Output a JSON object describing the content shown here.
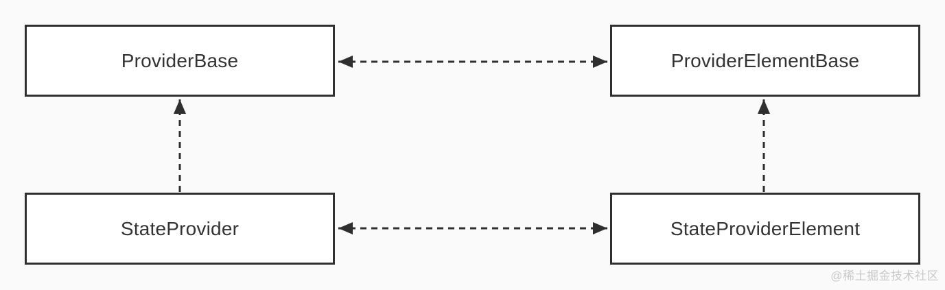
{
  "diagram": {
    "type": "class-relationship-diagram",
    "nodes": [
      {
        "id": "provider-base",
        "label": "ProviderBase"
      },
      {
        "id": "provider-element-base",
        "label": "ProviderElementBase"
      },
      {
        "id": "state-provider",
        "label": "StateProvider"
      },
      {
        "id": "state-provider-element",
        "label": "StateProviderElement"
      }
    ],
    "edges": [
      {
        "from": "ProviderBase",
        "to": "ProviderElementBase",
        "style": "dashed",
        "arrows": "both"
      },
      {
        "from": "StateProvider",
        "to": "StateProviderElement",
        "style": "dashed",
        "arrows": "both"
      },
      {
        "from": "StateProvider",
        "to": "ProviderBase",
        "style": "dashed",
        "arrows": "end"
      },
      {
        "from": "StateProviderElement",
        "to": "ProviderElementBase",
        "style": "dashed",
        "arrows": "end"
      }
    ],
    "colors": {
      "background": "#fafafa",
      "node_fill": "#ffffff",
      "node_border": "#2f2f2f",
      "edge": "#2f2f2f",
      "text": "#333333",
      "watermark": "#c9c9c9"
    }
  },
  "watermark": {
    "text": "@稀土掘金技术社区"
  }
}
